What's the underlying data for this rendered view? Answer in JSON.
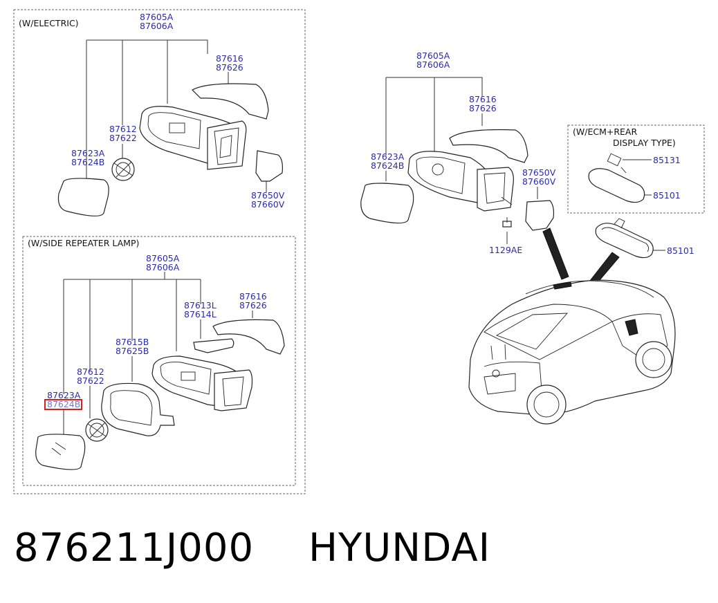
{
  "sections": {
    "electric": "(W/ELECTRIC)",
    "repeater": "(W/SIDE REPEATER LAMP)",
    "ecm": [
      "(W/ECM+REAR",
      "DISPLAY TYPE)"
    ]
  },
  "labels": {
    "e_87605": [
      "87605A",
      "87606A"
    ],
    "e_87616": [
      "87616",
      "87626"
    ],
    "e_87612": [
      "87612",
      "87622"
    ],
    "e_87623": [
      "87623A",
      "87624B"
    ],
    "e_87650": [
      "87650V",
      "87660V"
    ],
    "r_87605": [
      "87605A",
      "87606A"
    ],
    "r_87616": [
      "87616",
      "87626"
    ],
    "r_87613": [
      "87613L",
      "87614L"
    ],
    "r_87615": [
      "87615B",
      "87625B"
    ],
    "r_87612": [
      "87612",
      "87622"
    ],
    "r_87623": [
      "87623A",
      "87624B"
    ],
    "m_87605": [
      "87605A",
      "87606A"
    ],
    "m_87616": [
      "87616",
      "87626"
    ],
    "m_87623": [
      "87623A",
      "87624B"
    ],
    "m_87650": [
      "87650V",
      "87660V"
    ],
    "m_1129": "1129AE",
    "ecm_85131": "85131",
    "ecm_85101": "85101",
    "rear_85101": "85101"
  },
  "highlight_color": "#d42020",
  "footer": {
    "part_number": "876211J000",
    "brand": "HYUNDAI"
  }
}
